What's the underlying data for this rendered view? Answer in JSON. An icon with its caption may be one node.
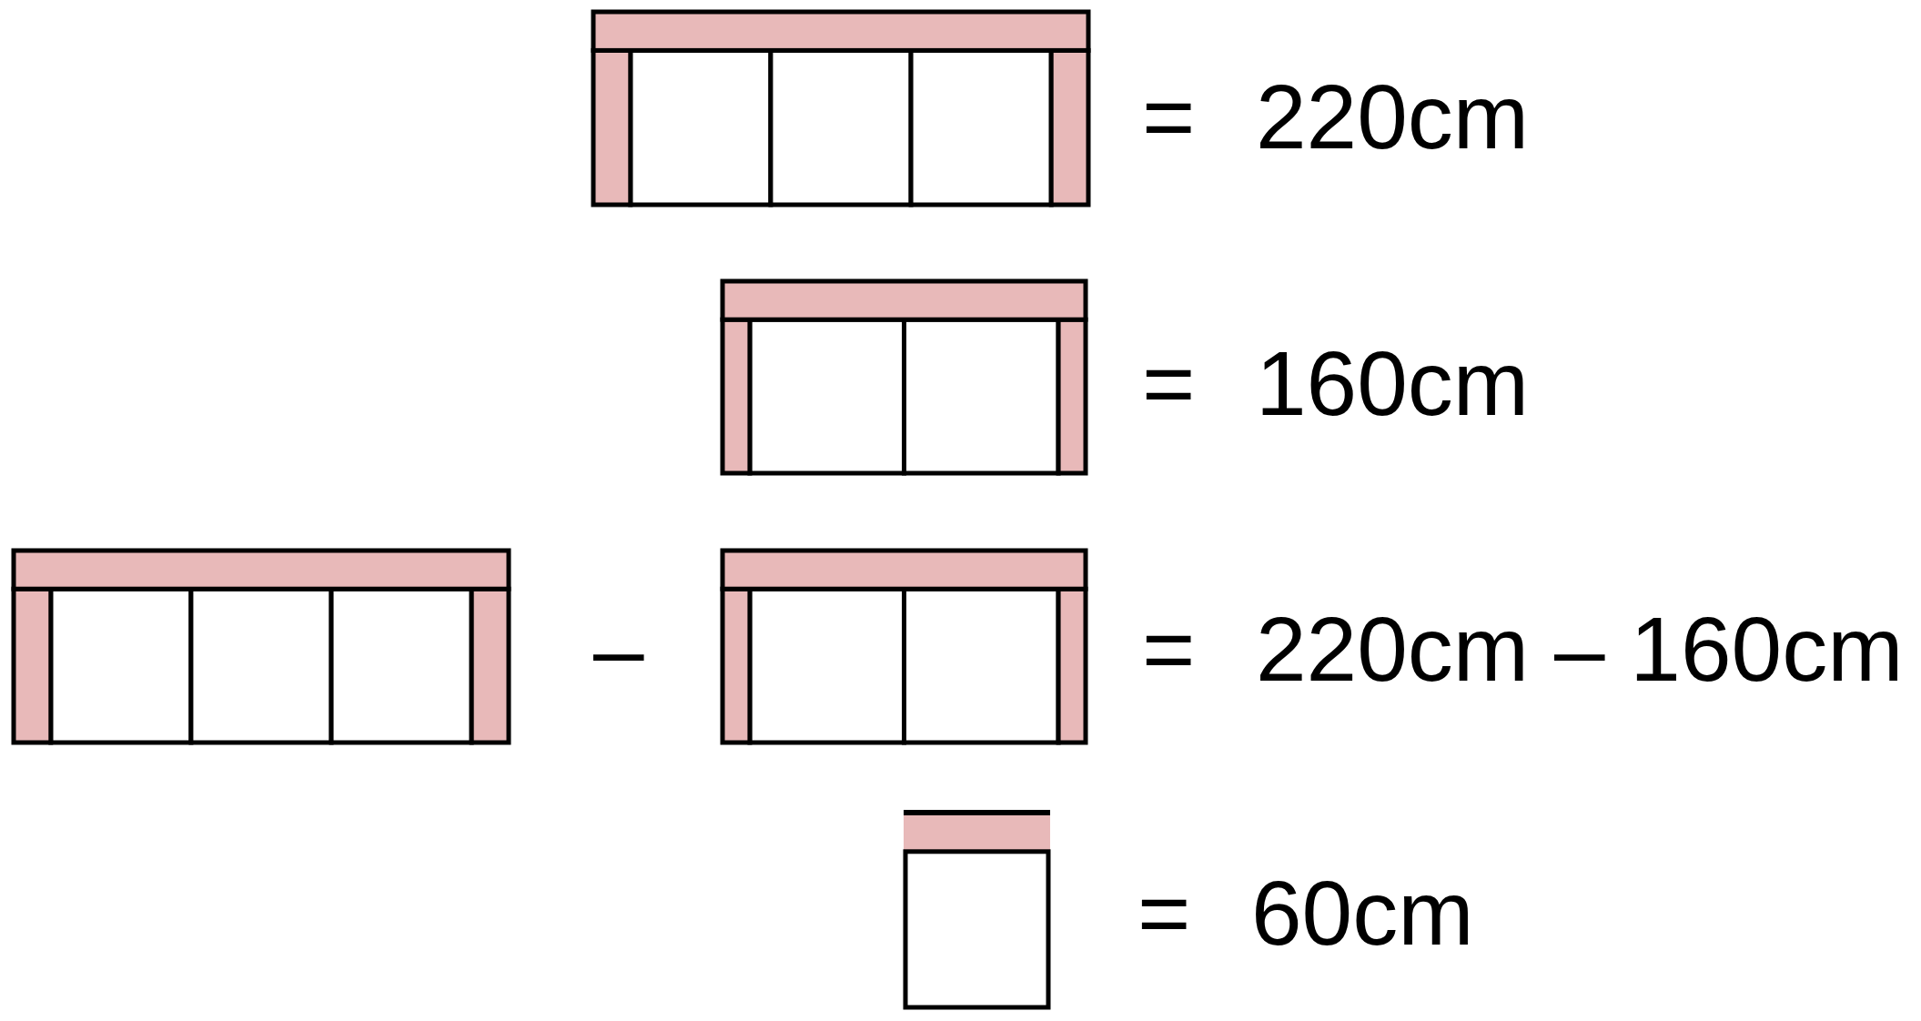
{
  "diagram": {
    "labels": [
      "=",
      "220cm",
      "=",
      "160cm",
      "–",
      "=",
      "220cm – 160cm",
      "=",
      "60cm"
    ]
  }
}
